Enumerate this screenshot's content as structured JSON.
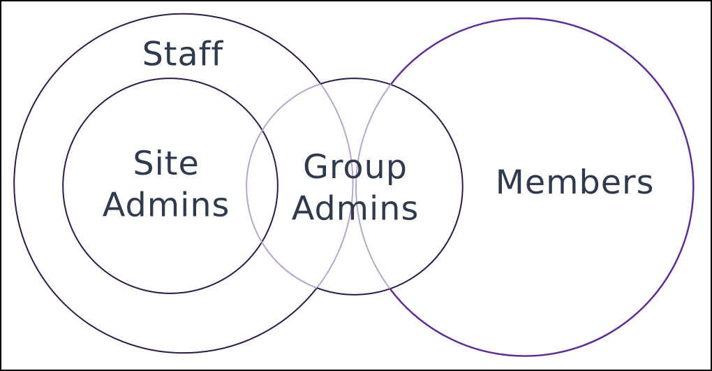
{
  "diagram": {
    "type": "venn",
    "background": "#ffffff",
    "border_color": "#000000",
    "colors": {
      "outline_dark": "#2a1a45",
      "outline_light": "#b5a7cc",
      "outline_purple": "#5b2d91",
      "label_text": "#2f3b4d"
    },
    "circles": {
      "staff": {
        "label": "Staff"
      },
      "site_admins": {
        "label_line1": "Site",
        "label_line2": "Admins"
      },
      "group_admins": {
        "label_line1": "Group",
        "label_line2": "Admins"
      },
      "members": {
        "label": "Members"
      }
    }
  }
}
